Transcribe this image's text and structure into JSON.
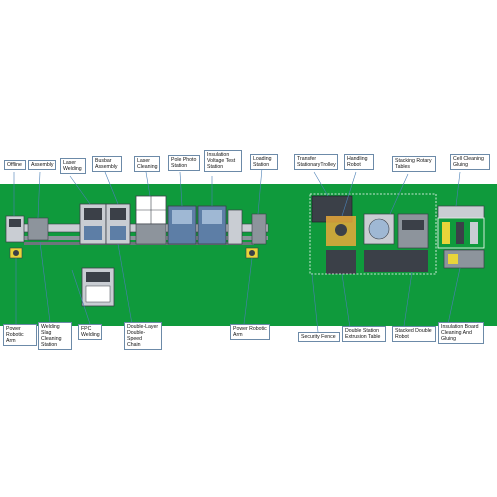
{
  "colors": {
    "background": "#ffffff",
    "floor": "#0f9a3c",
    "machine_dark": "#3b4048",
    "machine_light": "#c9cdd3",
    "machine_blue": "#5d7ea6",
    "leader": "#4a7fb5",
    "accent_yellow": "#e9d43a"
  },
  "labels": {
    "offline": "Offline",
    "assembly": "Assembly",
    "laser_welding": "Laser\nWelding",
    "busbar_assembly": "Busbar\nAssembly",
    "laser_cleaning": "Laser\nCleaning",
    "pole_photo_station": "Pole Photo\nStation",
    "insulation_voltage_test_station": "Insulation\nVoltage Test\nStation",
    "loading_station": "Loading\nStation",
    "transfer_stationary_trolley": "Transfer\nStationaryTrolley",
    "handling_robot": "Handling\nRobot",
    "stacking_rotary_tables": "Stacking Rotary\nTables",
    "cell_cleaning_gluing": "Cell Cleaning\nGluing",
    "power_robotic_arm_left": "Power\nRobotic Arm",
    "welding_slag_cleaning_station": "Welding Slag\nCleaning\nStation",
    "fpc_welding": "FPC\nWelding",
    "double_layer_double_speed_chain": "Double-Layer\nDouble-Speed\nChain",
    "power_robotic_arm_right": "Power Robotic\nArm",
    "security_fence": "Security Fence",
    "double_station_extrusion_table": "Double Station\nExtrusion Table",
    "stacked_double_robot": "Stacked Double\nRobot",
    "insulation_board_cleaning_gluing": "Insulation Board\nCleaning And\nGluing"
  }
}
